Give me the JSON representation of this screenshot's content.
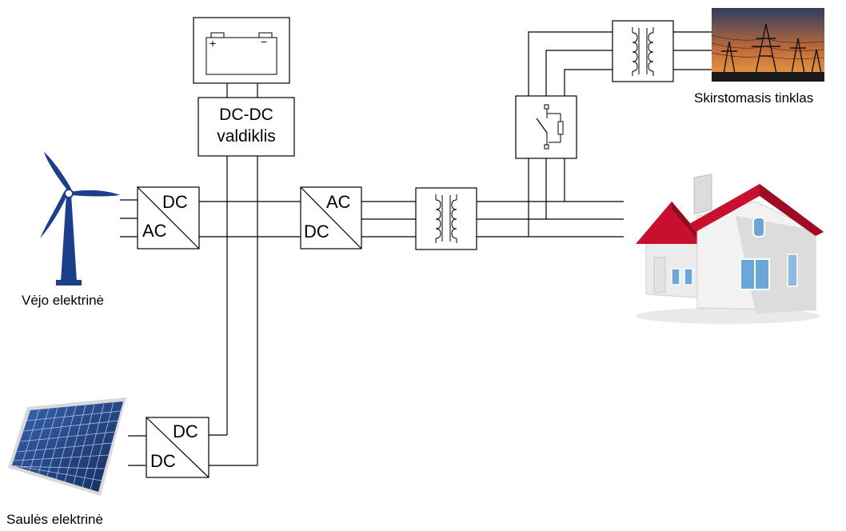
{
  "labels": {
    "wind": "Vėjo elektrinė",
    "solar": "Saulės elektrinė",
    "grid": "Skirstomasis tinklas"
  },
  "controller": {
    "line1": "DC-DC",
    "line2": "valdiklis"
  },
  "converters": {
    "wind_dcac": {
      "top": "DC",
      "bottom": "AC"
    },
    "inverter": {
      "top": "AC",
      "bottom": "DC"
    },
    "solar_dcdc": {
      "top": "DC",
      "bottom": "DC"
    }
  },
  "battery": {
    "plus": "+",
    "minus": "−"
  },
  "colors": {
    "line": "#000000",
    "turbine": "#1c3f8c",
    "roof": "#c8102e",
    "wall": "#ededed",
    "panel": "#1e3f7a",
    "sky_top": "#3b4a6b",
    "sky_bottom": "#e8862b"
  }
}
